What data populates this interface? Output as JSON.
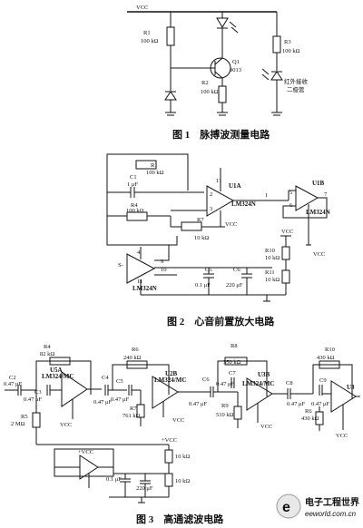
{
  "fig1": {
    "caption": "图 1　脉搏波测量电路",
    "vcc": "VCC",
    "r1": "R1",
    "r1_val": "100 kΩ",
    "r2": "R2",
    "r2_val": "100 kΩ",
    "r3": "R3",
    "r3_val": "100 kΩ",
    "q1": "Q1",
    "q1_val": "9013",
    "ir_label_1": "红外接收",
    "ir_label_2": "二极管"
  },
  "fig2": {
    "caption": "图 2　心音前置放大电路",
    "r1": "R1",
    "r1_val": "100 kΩ",
    "c1": "C1",
    "c1_val": "1 μF",
    "r4": "R4",
    "r4_val": "100 kΩ",
    "r7": "R7",
    "r7_val": "10 kΩ",
    "u1a": "U1A",
    "u1a_chip": "LM324N",
    "u1b": "U1B",
    "u1b_chip": "LM324N",
    "u3_chip": "LM324N",
    "r10": "R10",
    "r10_val": "10 kΩ",
    "r11": "R11",
    "r11_val": "10 kΩ",
    "c5": "C5",
    "c5_val": "0.1 μF",
    "c6": "C6",
    "c6_val": "220 μF",
    "vcc": "VCC",
    "s_minus": "S-",
    "pins": [
      "11",
      "2",
      "3",
      "1",
      "5",
      "6",
      "7",
      "4",
      "11",
      "8",
      "9",
      "10",
      "4"
    ]
  },
  "fig3": {
    "caption": "图 3　高通滤波电路",
    "r4": "R4",
    "r4_val": "82 kΩ",
    "r6": "R6",
    "r6_val": "240 kΩ",
    "r8": "R8",
    "r8_val": "350 kΩ",
    "r10": "R10",
    "r10_val": "430 kΩ",
    "c2": "C2",
    "c2_val": "0.47 μF",
    "c3": "C3",
    "c3_val": "0.47 μF",
    "c4": "C4",
    "c4_val": "0.47 μF",
    "c5": "C5",
    "c5_val": "0.47 μF",
    "c6": "C6",
    "c6_val": "0.47 μF",
    "c7": "C7",
    "c7_val": "0.47 μF",
    "c8": "C8",
    "c8_val": "0.47 μF",
    "c9": "C9",
    "c9_val": "0.47 μF",
    "r5": "R5",
    "r5_val": "2 MΩ",
    "r7": "R7",
    "r7_val": "761 kΩ",
    "r9": "R9",
    "r9_val": "510 kΩ",
    "r11": "R6",
    "r11_val": "430 kΩ",
    "u5a": "U5A",
    "u5a_chip": "LM324/MC",
    "u2a": "U2B",
    "u2a_chip": "LM324/MC",
    "u2b": "U3B",
    "u2b_chip": "LM324/MC",
    "u3": "U3",
    "vcc": "VCC",
    "bias_r1": "10 kΩ",
    "bias_r2": "10 kΩ",
    "bias_c1": "0.1 μF",
    "bias_c2": "220 μF",
    "bias_vcc": "+VCC"
  },
  "watermark": {
    "brand": "电子工程世界",
    "url": "eeworld.com.cn"
  }
}
